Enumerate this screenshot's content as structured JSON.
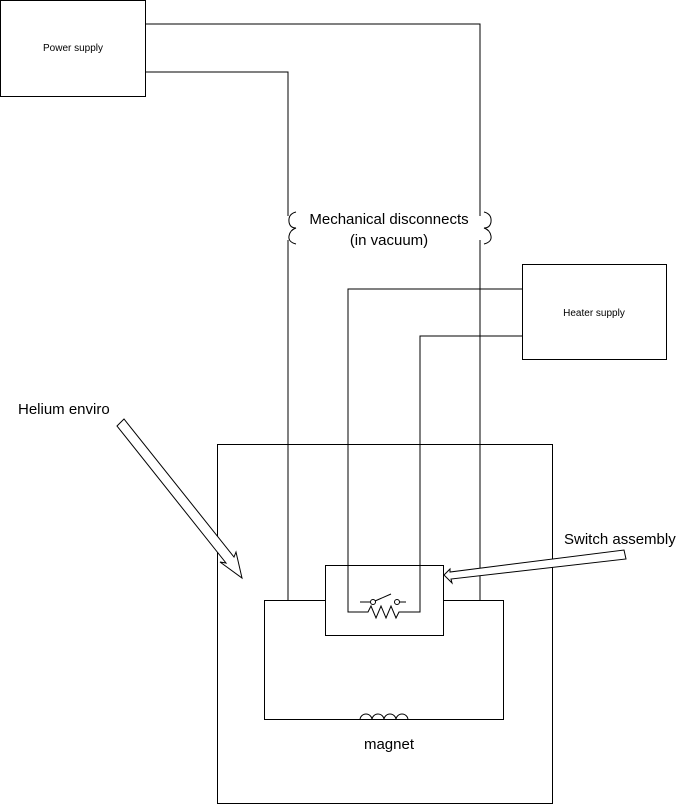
{
  "labels": {
    "power_supply": "Power supply",
    "heater_supply": "Heater supply",
    "mechanical_disconnects_line1": "Mechanical disconnects",
    "mechanical_disconnects_line2": "(in vacuum)",
    "helium_enviro": "Helium enviro",
    "switch_assembly": "Switch assembly",
    "magnet": "magnet"
  }
}
